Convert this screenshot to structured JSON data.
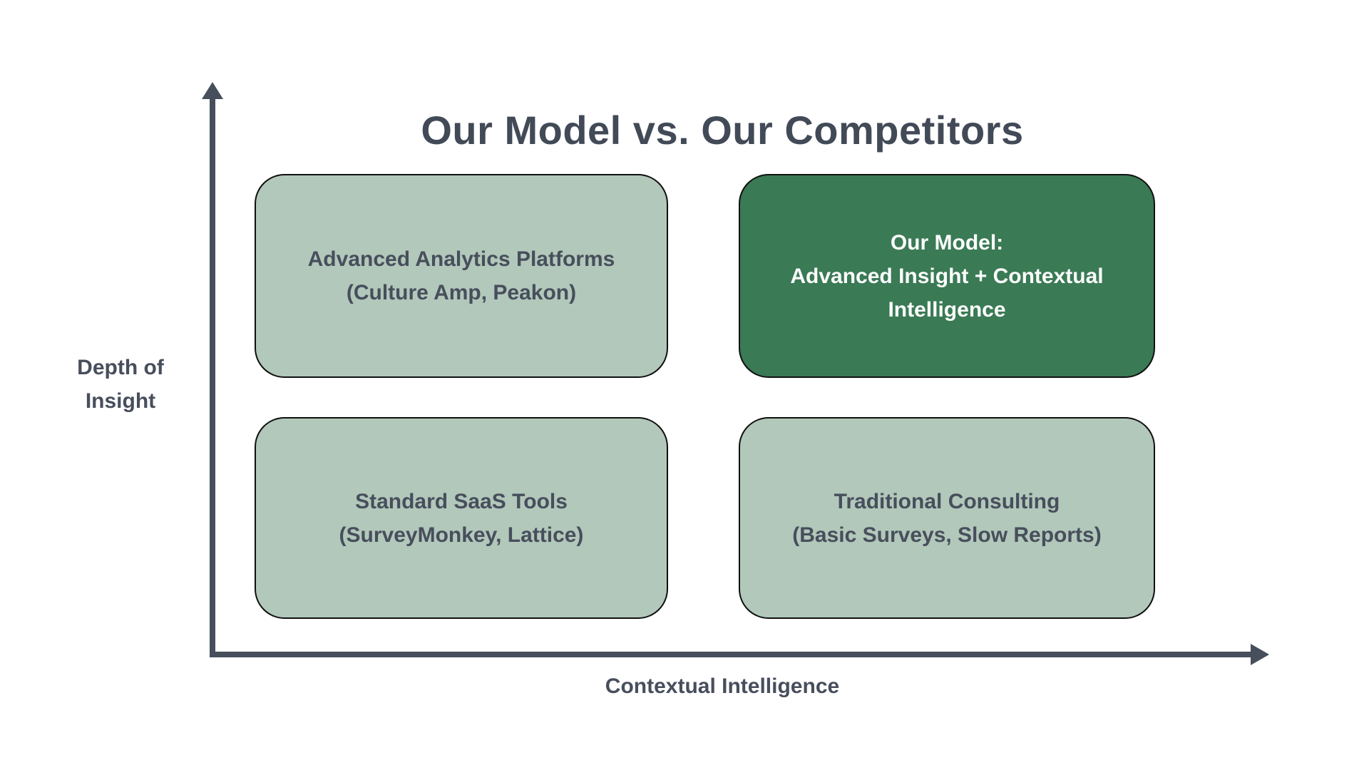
{
  "title": "Our Model vs. Our Competitors",
  "axes": {
    "y_label": [
      "Depth of",
      "Insight"
    ],
    "x_label": "Contextual Intelligence"
  },
  "quadrants": [
    {
      "position": "top-left",
      "variant": "light",
      "lines": [
        "Advanced Analytics Platforms",
        "(Culture Amp, Peakon)"
      ]
    },
    {
      "position": "top-right",
      "variant": "dark",
      "lines": [
        "Our Model:",
        "Advanced Insight + Contextual",
        "Intelligence"
      ]
    },
    {
      "position": "bottom-left",
      "variant": "light",
      "lines": [
        "Standard SaaS Tools",
        "(SurveyMonkey, Lattice)"
      ]
    },
    {
      "position": "bottom-right",
      "variant": "light",
      "lines": [
        "Traditional Consulting",
        "(Basic Surveys, Slow Reports)"
      ]
    }
  ],
  "colors": {
    "background": "#ffffff",
    "light_quadrant": "#b2c8ba",
    "dark_quadrant": "#3a7a55",
    "quadrant_border": "#101010",
    "text_dark": "#474e5c",
    "text_light": "#fcfcfc",
    "axis": "#474e5c"
  }
}
